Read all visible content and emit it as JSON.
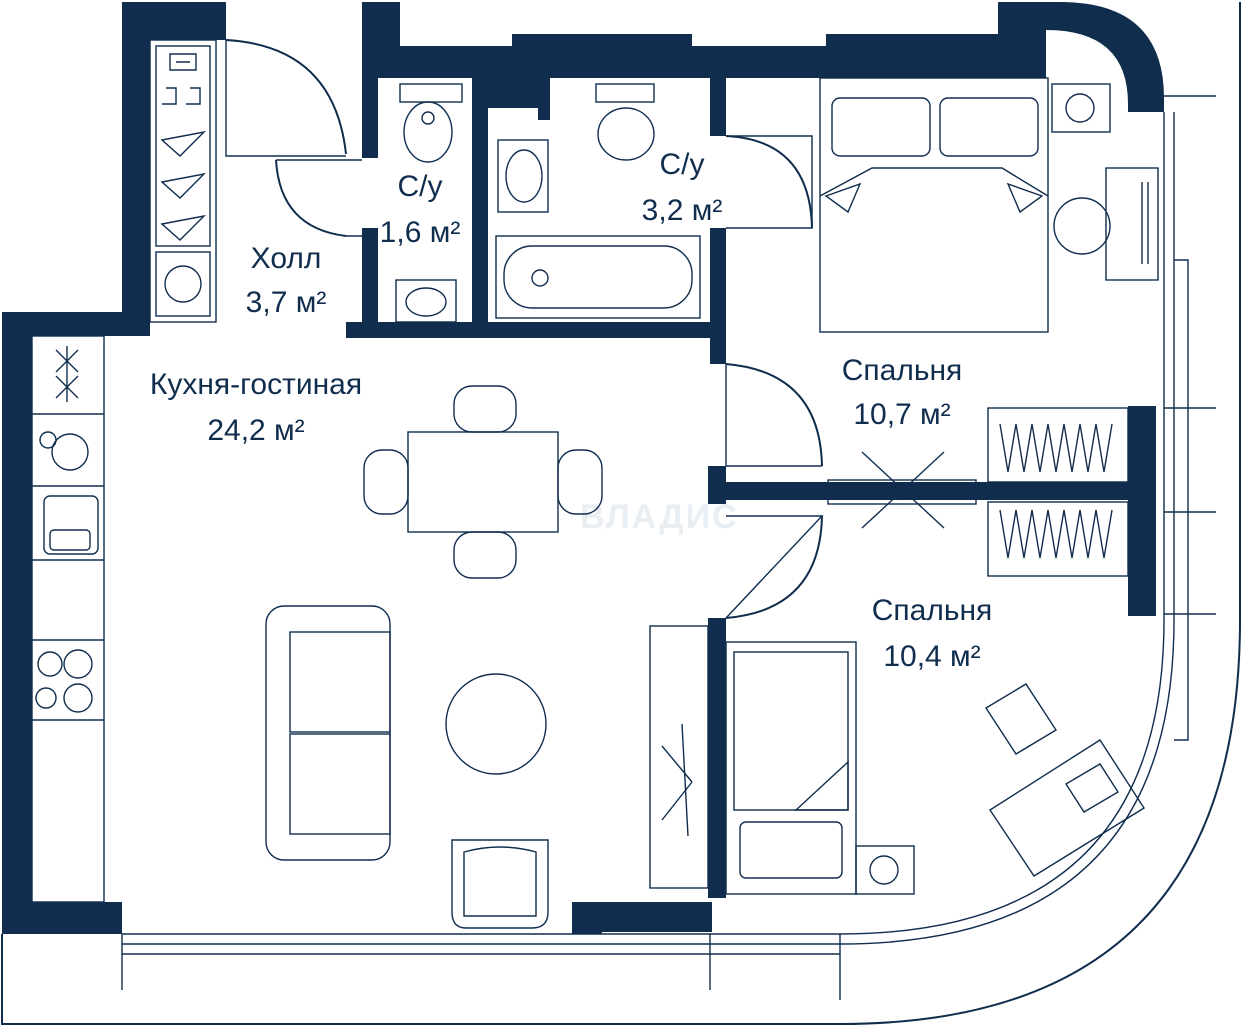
{
  "rooms": [
    {
      "id": "kitchen_living",
      "name": "Кухня-гостиная",
      "area": "24,2 м²"
    },
    {
      "id": "hall",
      "name": "Холл",
      "area": "3,7 м²"
    },
    {
      "id": "wc_small",
      "name": "С/у",
      "area": "1,6 м²"
    },
    {
      "id": "bath",
      "name": "С/у",
      "area": "3,2 м²"
    },
    {
      "id": "bedroom_1",
      "name": "Спальня",
      "area": "10,7 м²"
    },
    {
      "id": "bedroom_2",
      "name": "Спальня",
      "area": "10,4 м²"
    }
  ],
  "watermark": "ВЛАДИС",
  "colors": {
    "wall": "#102d4e",
    "background": "#ffffff"
  }
}
